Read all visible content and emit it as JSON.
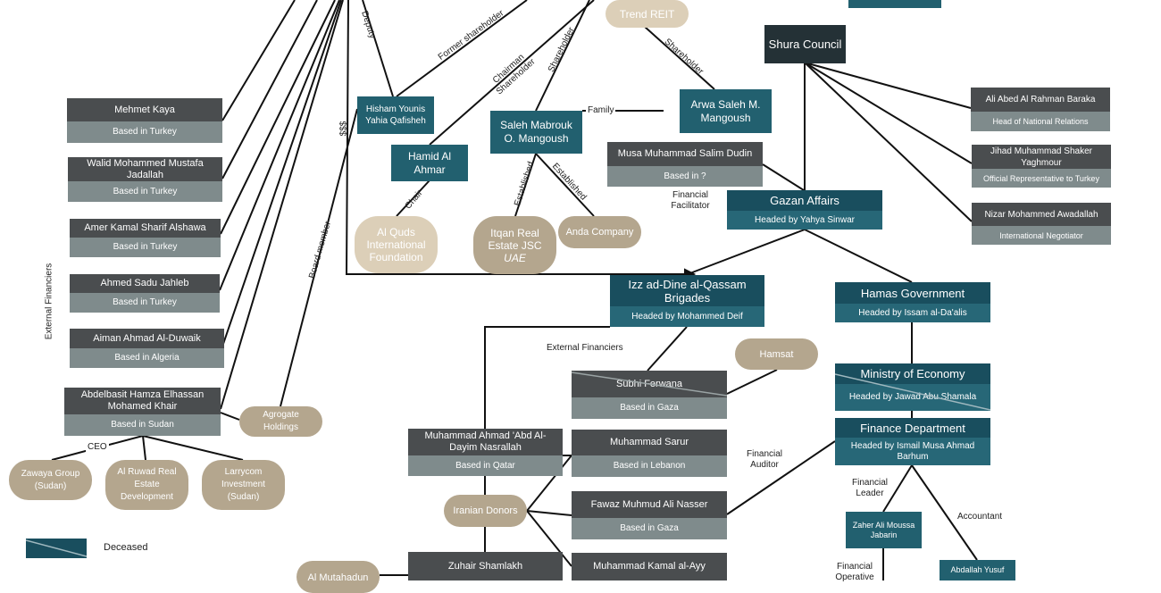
{
  "nodes": {
    "trend_reit": "Trend REIT",
    "shura_council": "Shura Council",
    "hisham": "Hisham Younis Yahia Qafisheh",
    "hamid": "Hamid Al Ahmar",
    "saleh": "Saleh Mabrouk O. Mangoush",
    "arwa": "Arwa Saleh M. Mangoush",
    "mehmet": {
      "name": "Mehmet Kaya",
      "note": "Based in Turkey"
    },
    "walid": {
      "name": "Walid Mohammed Mustafa Jadallah",
      "note": "Based in Turkey"
    },
    "amer": {
      "name": "Amer Kamal Sharif Alshawa",
      "note": "Based in Turkey"
    },
    "ahmed": {
      "name": "Ahmed Sadu Jahleb",
      "note": "Based in Turkey"
    },
    "aiman": {
      "name": "Aiman Ahmad Al-Duwaik",
      "note": "Based in Algeria"
    },
    "abdelbasit": {
      "name": "Abdelbasit Hamza Elhassan Mohamed Khair",
      "note": "Based in Sudan"
    },
    "musa": {
      "name": "Musa Muhammad Salim Dudin",
      "note": "Based in ?"
    },
    "ali": {
      "name": "Ali Abed Al Rahman Baraka",
      "note": "Head of National Relations"
    },
    "jihad": {
      "name": "Jihad Muhammad Shaker Yaghmour",
      "note": "Official Representative to Turkey"
    },
    "nizar": {
      "name": "Nizar Mohammed Awadallah",
      "note": "International Negotiator"
    },
    "gazan": {
      "name": "Gazan Affairs",
      "note": "Headed by Yahya Sinwar"
    },
    "qassam": {
      "name": "Izz ad-Dine al-Qassam Brigades",
      "note": "Headed by Mohammed Deif"
    },
    "hamas_gov": {
      "name": "Hamas Government",
      "note": "Headed by Issam al-Da'alis"
    },
    "ministry": {
      "name": "Ministry of Economy",
      "note": "Headed by Jawad Abu Shamala"
    },
    "finance": {
      "name": "Finance Department",
      "note": "Headed by Ismail Musa Ahmad Barhum"
    },
    "subhi": {
      "name": "Subhi Ferwana",
      "note": "Based in Gaza"
    },
    "nasrallah": {
      "name": "Muhammad Ahmad 'Abd Al-Dayim Nasrallah",
      "note": "Based in Qatar"
    },
    "sarur": {
      "name": "Muhammad Sarur",
      "note": "Based in Lebanon"
    },
    "fawaz": {
      "name": "Fawaz Muhmud Ali Nasser",
      "note": "Based in Gaza"
    },
    "zuhair": {
      "name": "Zuhair Shamlakh"
    },
    "kamal": {
      "name": "Muhammad Kamal al-Ayy"
    },
    "zaher": "Zaher Ali Moussa Jabarin",
    "abdallah": "Abdallah Yusuf",
    "al_quds": "Al Quds International Foundation",
    "itqan": {
      "name": "Itqan Real Estate JSC",
      "country": "UAE"
    },
    "anda": "Anda Company",
    "hamsat": "Hamsat",
    "agrogate": "Agrogate Holdings",
    "zawaya": "Zawaya Group (Sudan)",
    "al_ruwad": "Al Ruwad Real Estate Development",
    "larrycom": "Larrycom Investment (Sudan)",
    "iranian": "Iranian Donors",
    "mutahadun": "Al Mutahadun"
  },
  "edge_labels": {
    "deputy": "Deputy",
    "former_shareholder": "Former shareholder",
    "chairman_shareholder": "Chairman Shareholder",
    "shareholder_saleh": "Shareholder",
    "shareholder_arwa": "Shareholder",
    "family": "Family",
    "dollars": "$$$",
    "chair": "Chair",
    "established_1": "Established",
    "established_2": "Established",
    "board_member": "Board member",
    "financial_facilitator": "Financial Facilitator",
    "external_financiers_main": "External Financiers",
    "financial_auditor": "Financial Auditor",
    "financial_leader": "Financial Leader",
    "accountant": "Accountant",
    "financial_operative": "Financial Operative",
    "ceo": "CEO",
    "external_financiers_side": "External Financiers"
  },
  "legend": {
    "deceased": "Deceased"
  },
  "colors": {
    "dark_gray": "#4a4d4f",
    "gray": "#7f8b8c",
    "teal": "#22606f",
    "navy": "#194e5e",
    "tan": "#b4a68e",
    "light_tan": "#dccfb8",
    "black_box": "#243136"
  }
}
